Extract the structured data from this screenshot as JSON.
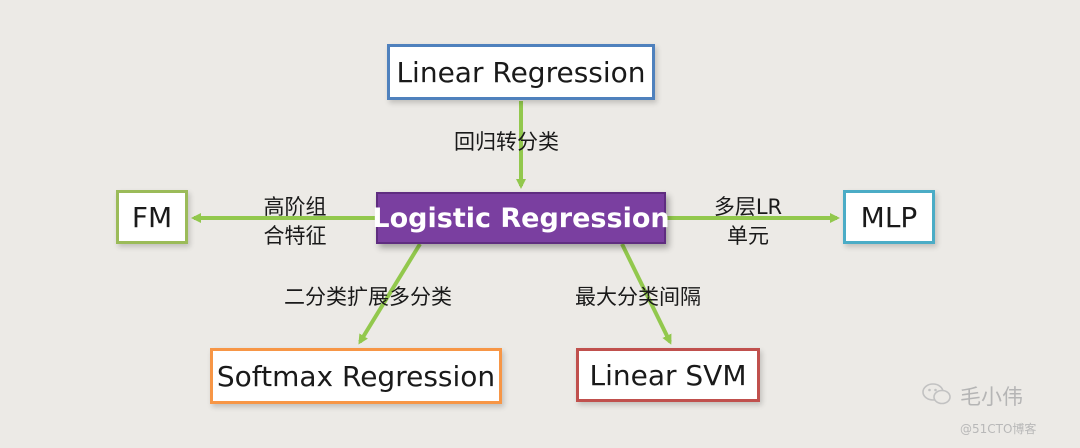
{
  "nodes": {
    "linear_regression": "Linear Regression",
    "logistic_regression": "Logistic Regression",
    "fm": "FM",
    "mlp": "MLP",
    "softmax_regression": "Softmax Regression",
    "linear_svm": "Linear SVM"
  },
  "edges": {
    "linear_to_logistic": "回归转分类",
    "logistic_to_fm_line1": "高阶组",
    "logistic_to_fm_line2": "合特征",
    "logistic_to_mlp_line1": "多层LR",
    "logistic_to_mlp_line2": "单元",
    "logistic_to_softmax": "二分类扩展多分类",
    "logistic_to_svm": "最大分类间隔"
  },
  "watermark": {
    "name": "毛小伟",
    "site": "@51CTO博客"
  },
  "colors": {
    "background": "#eceae6",
    "arrow": "#92c84d",
    "logistic_fill": "#7a3fa0",
    "linear_border": "#4f81bd",
    "fm_border": "#9bbb59",
    "mlp_border": "#4bacc6",
    "softmax_border": "#f79646",
    "svm_border": "#c0504d"
  }
}
